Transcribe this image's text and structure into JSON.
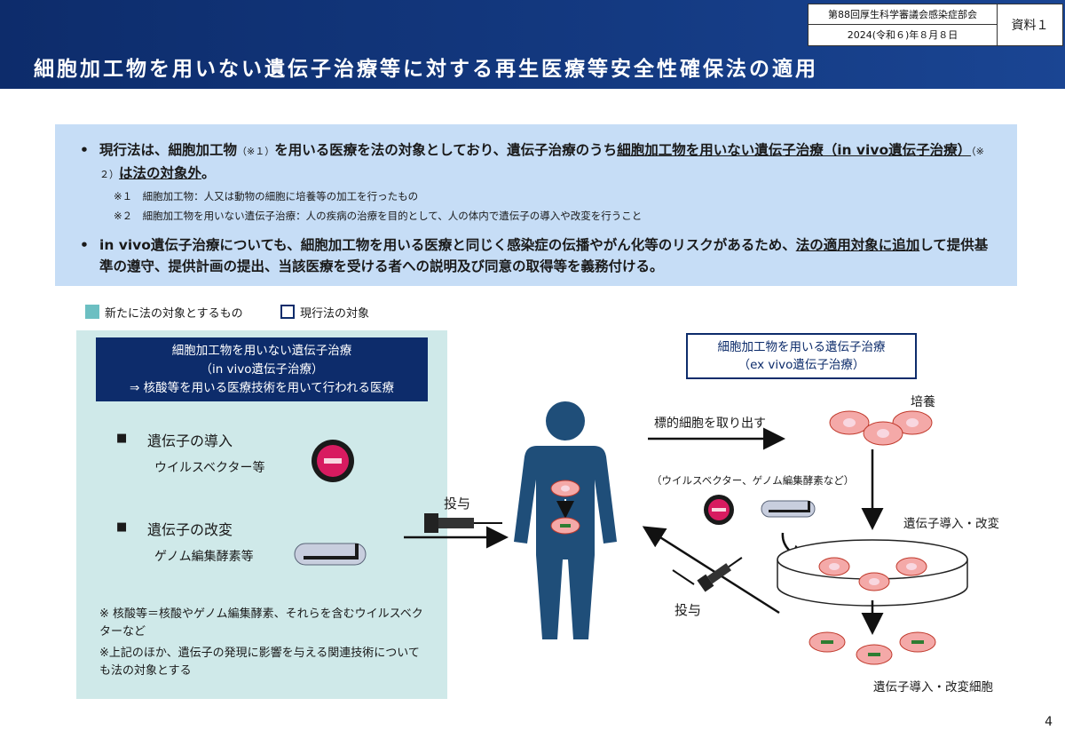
{
  "header": {
    "title": "細胞加工物を用いない遺伝子治療等に対する再生医療等安全性確保法の適用",
    "meeting": "第88回厚生科学審議会感染症部会",
    "date": "2024(令和６)年８月８日",
    "doc_label": "資料１"
  },
  "summary": {
    "bullet_mark": "•",
    "b1_part1": "現行法は、細胞加工物",
    "b1_note1": "（※１）",
    "b1_part2": "を用いる医療を法の対象としており、遺伝子治療のうち",
    "b1_ul1": "細胞加工物を用いない遺伝子治療（in vivo遺伝子治療）",
    "b1_note2": "（※２）",
    "b1_ul2": "は法の対象外",
    "b1_end": "。",
    "footnote1": "※１　細胞加工物：人又は動物の細胞に培養等の加工を行ったもの",
    "footnote2": "※２　細胞加工物を用いない遺伝子治療：人の疾病の治療を目的として、人の体内で遺伝子の導入や改変を行うこと",
    "b2_part1": "in vivo遺伝子治療についても、細胞加工物を用いる医療と同じく感染症の伝播やがん化等のリスクがあるため、",
    "b2_ul": "法の適用対象に追加",
    "b2_part2": "して提供基準の遵守、提供計画の提出、当該医療を受ける者への説明及び同意の取得等を義務付ける。"
  },
  "legend": {
    "new_target": "新たに法の対象とするもの",
    "current_target": "現行法の対象"
  },
  "left": {
    "box_line1": "細胞加工物を用いない遺伝子治療",
    "box_line2": "（in vivo遺伝子治療）",
    "box_line3": "⇒ 核酸等を用いる医療技術を用いて行われる医療",
    "bullet_square": "■",
    "item1": "遺伝子の導入",
    "item1_sub": "ウイルスベクター等",
    "item2": "遺伝子の改変",
    "item2_sub": "ゲノム編集酵素等",
    "note1": "※ 核酸等＝核酸やゲノム編集酵素、それらを含むウイルスベクターなど",
    "note2": "※上記のほか、遺伝子の発現に影響を与える関連技術についても法の対象とする"
  },
  "right": {
    "box_line1": "細胞加工物を用いる遺伝子治療",
    "box_line2": "（ex vivo遺伝子治療）",
    "culture": "培養",
    "extract": "標的細胞を取り出す",
    "vectors": "（ウイルスベクター、ゲノム編集酵素など）",
    "modify": "遺伝子導入・改変",
    "modified_cells": "遺伝子導入・改変細胞",
    "administer": "投与"
  },
  "center": {
    "administer": "投与"
  },
  "page_number": "4",
  "colors": {
    "navy": "#0d2c6b",
    "body": "#1f4e79",
    "panel": "#cfe9e9",
    "summary_bg": "#c6ddf6",
    "cell_fill": "#f4a9a8",
    "cell_border": "#c0392b",
    "virus": "#d81b60"
  }
}
